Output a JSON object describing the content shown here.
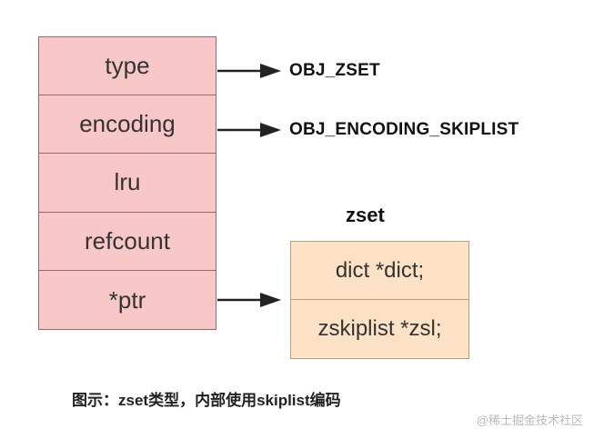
{
  "redis_object": {
    "fields": [
      "type",
      "encoding",
      "lru",
      "refcount",
      "*ptr"
    ]
  },
  "annotations": {
    "type_value": "OBJ_ZSET",
    "encoding_value": "OBJ_ENCODING_SKIPLIST"
  },
  "zset": {
    "title": "zset",
    "fields": [
      "dict *dict;",
      "zskiplist *zsl;"
    ]
  },
  "caption": "图示：zset类型，内部使用skiplist编码",
  "watermark": "@稀土掘金技术社区",
  "colors": {
    "redis_object_fill": "#f8c8c9",
    "zset_fill": "#fde2c6",
    "arrow": "#222222"
  }
}
